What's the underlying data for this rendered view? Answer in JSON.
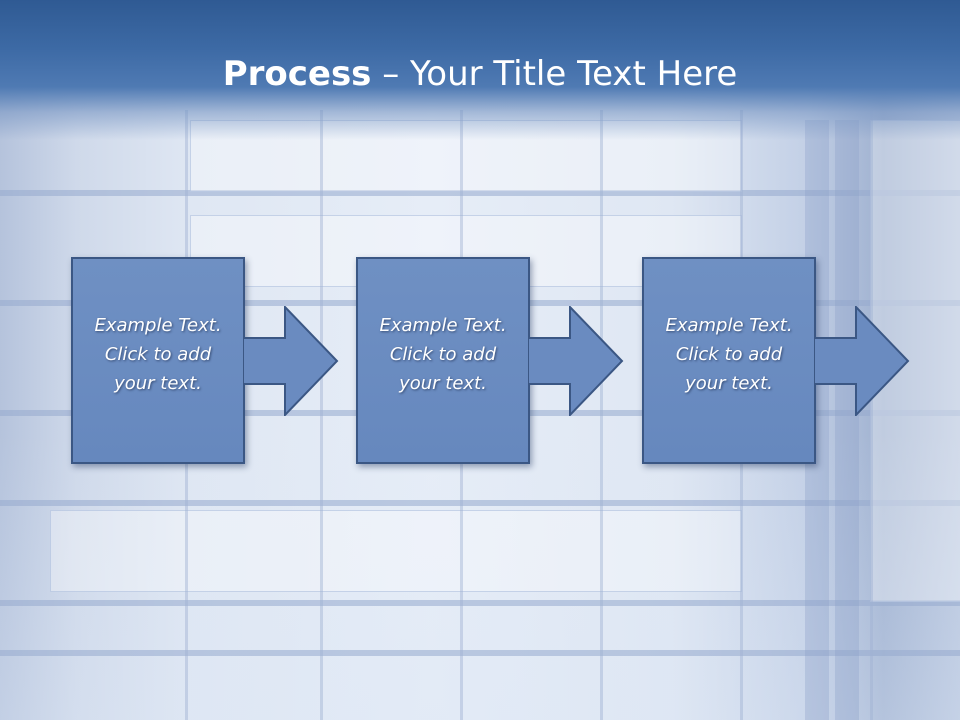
{
  "slide": {
    "title_bold": "Process",
    "title_rest": " – Your Title Text Here",
    "steps": [
      {
        "text": "Example Text.\nClick  to add\nyour text."
      },
      {
        "text": "Example Text.\nClick  to add\nyour text."
      },
      {
        "text": "Example Text.\nClick  to add\nyour text."
      }
    ]
  },
  "colors": {
    "title_band": "#3d6aa5",
    "shape_fill": "#6a8bc0",
    "shape_border": "#3b5784",
    "text": "#ffffff"
  }
}
